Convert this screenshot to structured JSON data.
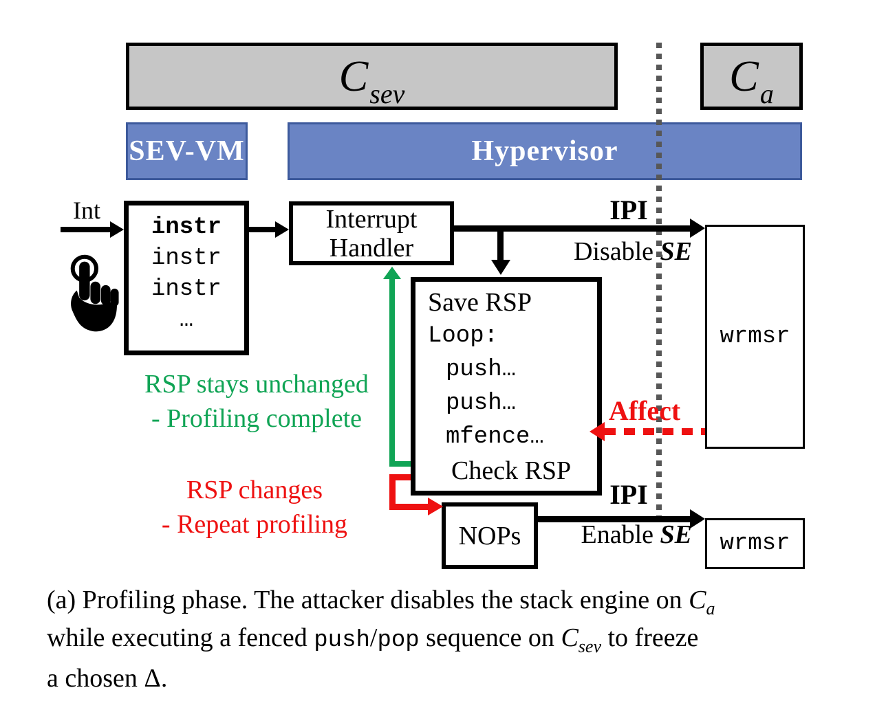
{
  "figure": {
    "cores": {
      "csev": {
        "base": "C",
        "sub": "sev"
      },
      "ca": {
        "base": "C",
        "sub": "a"
      }
    },
    "layers": {
      "sev_vm": "SEV-VM",
      "hypervisor": "Hypervisor"
    },
    "left_flow": {
      "int_label": "Int",
      "instr_lines": [
        "instr",
        "instr",
        "instr",
        "…"
      ],
      "interrupt_handler_line1": "Interrupt",
      "interrupt_handler_line2": "Handler"
    },
    "ipi_top": {
      "label": "IPI",
      "action": "Disable ",
      "target": "SE",
      "wrmsr": "wrmsr"
    },
    "profile_loop": {
      "lines": [
        "Save RSP",
        "Loop:",
        "push…",
        "push…",
        "mfence…",
        "Check RSP"
      ]
    },
    "affect_label": "Affect",
    "green_note": {
      "line1": "RSP stays unchanged",
      "line2": "- Profiling complete"
    },
    "red_note": {
      "line1": "RSP changes",
      "line2": "- Repeat profiling"
    },
    "nops_label": "NOPs",
    "ipi_bottom": {
      "label": "IPI",
      "action": "Enable ",
      "target": "SE",
      "wrmsr": "wrmsr"
    }
  },
  "caption": {
    "line1_pre": "(a) Profiling phase. The attacker disables the stack engine on ",
    "line1_c": "C",
    "line1_sub": "a",
    "line2_pre": "while executing a fenced ",
    "line2_mono1": "push",
    "line2_slash": "/",
    "line2_mono2": "pop",
    "line2_mid": " sequence on ",
    "line2_c": "C",
    "line2_sub": "sev",
    "line2_post": " to freeze",
    "line3": "a chosen Δ."
  },
  "colors": {
    "green": "#10A455",
    "red": "#EE1111",
    "blue-fill": "#6A84C4",
    "blue-border": "#3D5A9C",
    "gray-fill": "#C6C6C6",
    "dotted-gray": "#575757"
  }
}
